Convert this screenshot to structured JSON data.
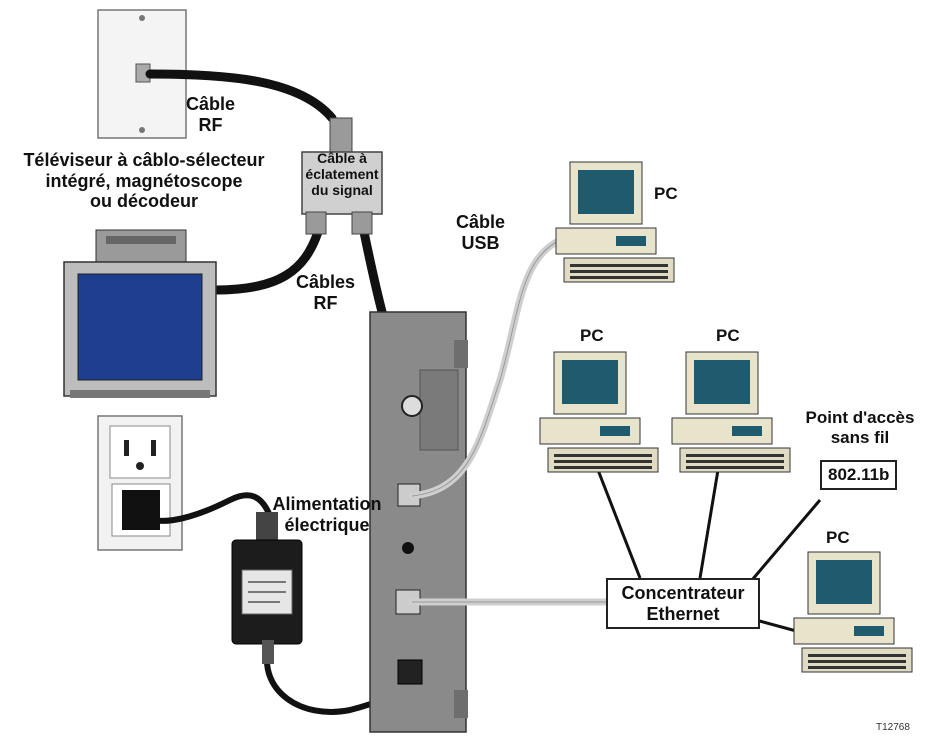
{
  "labels": {
    "rf_cable": "Câble\nRF",
    "tv": "Téléviseur à câblo-sélecteur\nintégré, magnétoscope\nou décodeur",
    "splitter": "Câble à\néclatement\ndu signal",
    "rf_cables": "Câbles\nRF",
    "usb_cable": "Câble\nUSB",
    "pc_top": "PC",
    "pc_mid_left": "PC",
    "pc_mid_right": "PC",
    "pc_bottom": "PC",
    "wireless": "Point d'accès\nsans fil",
    "wireless_standard": "802.11b",
    "power": "Alimentation\nélectrique",
    "hub": "Concentrateur\nEthernet",
    "figure_id": "T12768"
  },
  "colors": {
    "cable_black": "#111111",
    "cable_gray": "#cfcfcf",
    "modem_body": "#8a8a8a",
    "screen_blue": "#1e3f8f",
    "pc_screen": "#1f5b6e",
    "pc_body": "#e8e4cc"
  },
  "icons": [
    "wall-plate-icon",
    "splitter-icon",
    "tv-icon",
    "outlet-icon",
    "power-supply-icon",
    "cable-modem-icon",
    "pc-icon"
  ]
}
